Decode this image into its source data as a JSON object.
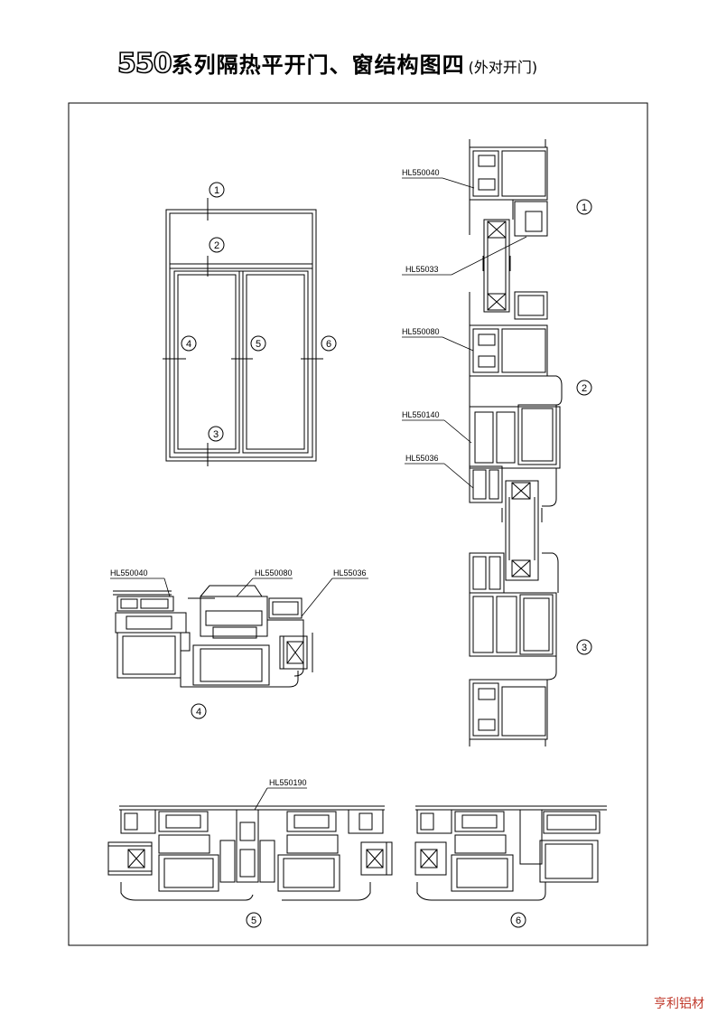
{
  "title": {
    "series_number": "550",
    "main": "系列隔热平开门、窗结构图四",
    "sub": "(外对开门)"
  },
  "elevation": {
    "markers": [
      "1",
      "2",
      "3",
      "4",
      "5",
      "6"
    ]
  },
  "vertical_section": {
    "labels": [
      "HL550040",
      "HL55033",
      "HL550080",
      "HL550140",
      "HL55036"
    ],
    "markers": [
      "1",
      "2",
      "3"
    ]
  },
  "section_4": {
    "labels": [
      "HL550040",
      "HL550080",
      "HL55036"
    ],
    "marker": "4"
  },
  "section_5": {
    "labels": [
      "HL550190"
    ],
    "marker": "5"
  },
  "section_6": {
    "marker": "6"
  },
  "brand": "亨利铝材"
}
